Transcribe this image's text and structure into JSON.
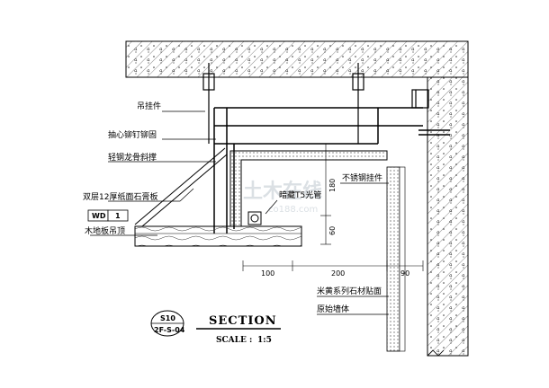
{
  "labels": {
    "hanger": "吊挂件",
    "bolt": "抽心铆钉铆固",
    "keel": "轻钢龙骨斜撑",
    "gypsum": "双层12厚纸面石膏板",
    "wood_ceiling": "木地板吊顶",
    "light_tube": "暗藏T5光管",
    "steel_hanger": "不锈钢挂件",
    "stone_face": "米黄系列石材贴面",
    "wall": "原始墙体"
  },
  "tag_box": {
    "code": "WD",
    "num": "1"
  },
  "dimensions": {
    "d100": "100",
    "d200": "200",
    "d90": "90",
    "v180": "180",
    "v60": "60"
  },
  "title_block": {
    "ref_top": "S10",
    "ref_bottom": "2F-S-04",
    "title": "SECTION",
    "scale_label": "SCALE :",
    "scale_value": "1:5"
  },
  "watermark": {
    "main": "土木在线",
    "sub": "co188.com"
  }
}
